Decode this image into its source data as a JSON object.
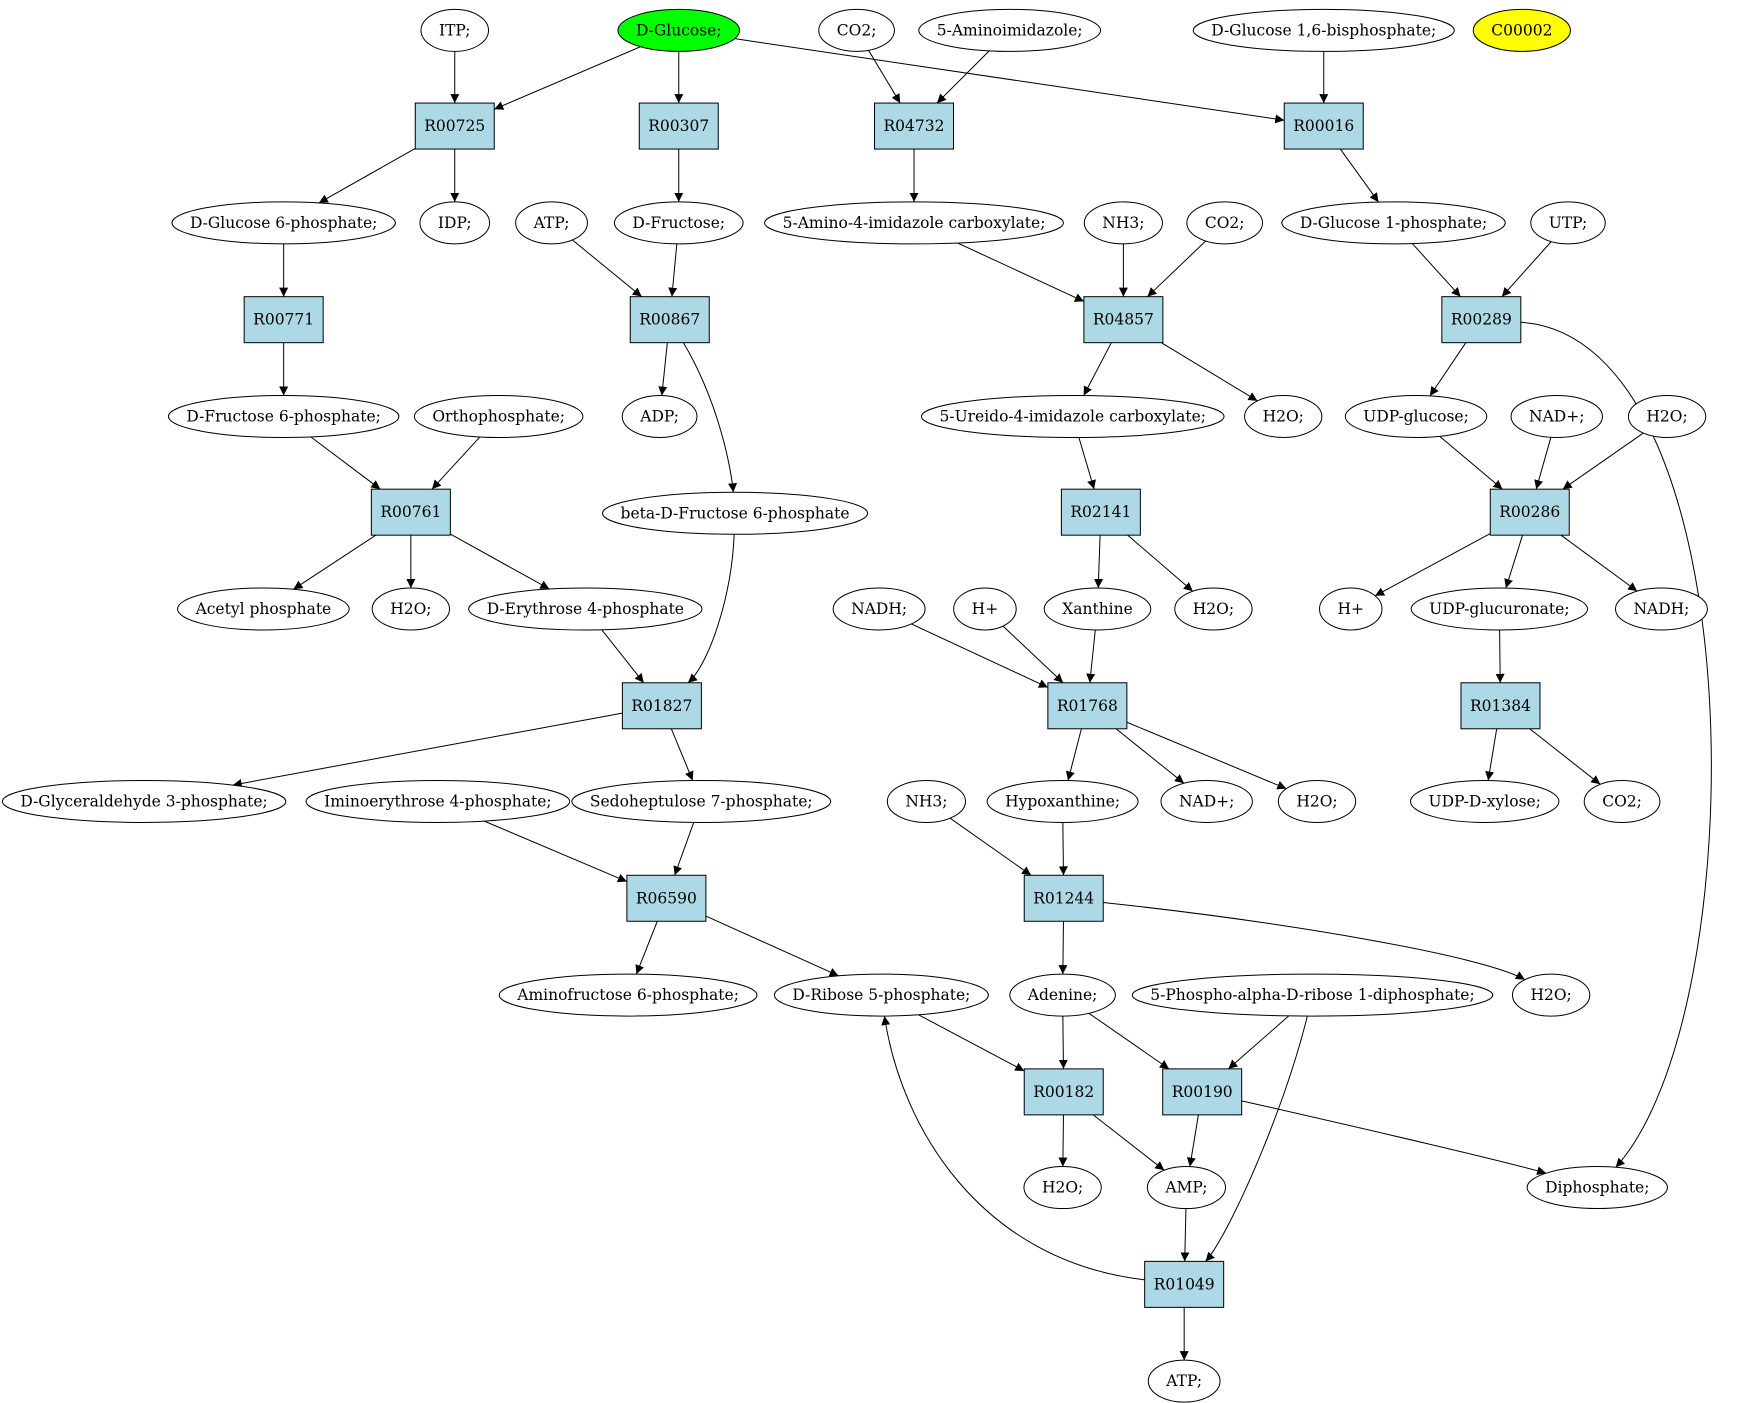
{
  "colors": {
    "reaction_fill": "#add8e6",
    "compound_fill": "#ffffff",
    "start_fill": "#00ff00",
    "highlight_fill": "#ffff00"
  },
  "compounds": [
    {
      "id": "itp",
      "label": "ITP;"
    },
    {
      "id": "dglucose",
      "label": "D-Glucose;",
      "fill": "#00ff00"
    },
    {
      "id": "co2_a",
      "label": "CO2;"
    },
    {
      "id": "aminoimidazole",
      "label": "5-Aminoimidazole;"
    },
    {
      "id": "dglc16bp",
      "label": "D-Glucose 1,6-bisphosphate;"
    },
    {
      "id": "c00002",
      "label": "C00002",
      "fill": "#ffff00"
    },
    {
      "id": "g6p",
      "label": "D-Glucose 6-phosphate;"
    },
    {
      "id": "idp",
      "label": "IDP;"
    },
    {
      "id": "atp_a",
      "label": "ATP;"
    },
    {
      "id": "dfructose",
      "label": "D-Fructose;"
    },
    {
      "id": "aica",
      "label": "5-Amino-4-imidazole carboxylate;"
    },
    {
      "id": "nh3_a",
      "label": "NH3;"
    },
    {
      "id": "co2_b",
      "label": "CO2;"
    },
    {
      "id": "g1p",
      "label": "D-Glucose 1-phosphate;"
    },
    {
      "id": "utp",
      "label": "UTP;"
    },
    {
      "id": "f6p",
      "label": "D-Fructose 6-phosphate;"
    },
    {
      "id": "orthophosphate",
      "label": "Orthophosphate;"
    },
    {
      "id": "adp",
      "label": "ADP;"
    },
    {
      "id": "ureido",
      "label": "5-Ureido-4-imidazole carboxylate;"
    },
    {
      "id": "h2o_a",
      "label": "H2O;"
    },
    {
      "id": "udpglucose",
      "label": "UDP-glucose;"
    },
    {
      "id": "nadplus_a",
      "label": "NAD+;"
    },
    {
      "id": "h2o_b",
      "label": "H2O;"
    },
    {
      "id": "bf6p",
      "label": "beta-D-Fructose 6-phosphate"
    },
    {
      "id": "acetylp",
      "label": "Acetyl phosphate"
    },
    {
      "id": "h2o_c",
      "label": "H2O;"
    },
    {
      "id": "e4p",
      "label": "D-Erythrose 4-phosphate"
    },
    {
      "id": "nadh_a",
      "label": "NADH;"
    },
    {
      "id": "hplus_a",
      "label": "H+"
    },
    {
      "id": "xanthine",
      "label": "Xanthine"
    },
    {
      "id": "h2o_d",
      "label": "H2O;"
    },
    {
      "id": "hplus_b",
      "label": "H+"
    },
    {
      "id": "udpglcur",
      "label": "UDP-glucuronate;"
    },
    {
      "id": "nadh_b",
      "label": "NADH;"
    },
    {
      "id": "g3p",
      "label": "D-Glyceraldehyde 3-phosphate;"
    },
    {
      "id": "iminoe4p",
      "label": "Iminoerythrose 4-phosphate;"
    },
    {
      "id": "s7p",
      "label": "Sedoheptulose 7-phosphate;"
    },
    {
      "id": "nh3_b",
      "label": "NH3;"
    },
    {
      "id": "hypoxanthine",
      "label": "Hypoxanthine;"
    },
    {
      "id": "nadplus_b",
      "label": "NAD+;"
    },
    {
      "id": "h2o_e",
      "label": "H2O;"
    },
    {
      "id": "udpxylose",
      "label": "UDP-D-xylose;"
    },
    {
      "id": "co2_c",
      "label": "CO2;"
    },
    {
      "id": "aminof6p",
      "label": "Aminofructose 6-phosphate;"
    },
    {
      "id": "r5p",
      "label": "D-Ribose 5-phosphate;"
    },
    {
      "id": "adenine",
      "label": "Adenine;"
    },
    {
      "id": "prpp",
      "label": "5-Phospho-alpha-D-ribose 1-diphosphate;"
    },
    {
      "id": "h2o_f",
      "label": "H2O;"
    },
    {
      "id": "h2o_g",
      "label": "H2O;"
    },
    {
      "id": "amp",
      "label": "AMP;"
    },
    {
      "id": "diphosphate",
      "label": "Diphosphate;"
    },
    {
      "id": "atp_b",
      "label": "ATP;"
    }
  ],
  "reactions": [
    {
      "id": "R00725",
      "label": "R00725"
    },
    {
      "id": "R00307",
      "label": "R00307"
    },
    {
      "id": "R04732",
      "label": "R04732"
    },
    {
      "id": "R00016",
      "label": "R00016"
    },
    {
      "id": "R00771",
      "label": "R00771"
    },
    {
      "id": "R00867",
      "label": "R00867"
    },
    {
      "id": "R04857",
      "label": "R04857"
    },
    {
      "id": "R00289",
      "label": "R00289"
    },
    {
      "id": "R00761",
      "label": "R00761"
    },
    {
      "id": "R02141",
      "label": "R02141"
    },
    {
      "id": "R00286",
      "label": "R00286"
    },
    {
      "id": "R01827",
      "label": "R01827"
    },
    {
      "id": "R01768",
      "label": "R01768"
    },
    {
      "id": "R01384",
      "label": "R01384"
    },
    {
      "id": "R06590",
      "label": "R06590"
    },
    {
      "id": "R01244",
      "label": "R01244"
    },
    {
      "id": "R00182",
      "label": "R00182"
    },
    {
      "id": "R00190",
      "label": "R00190"
    },
    {
      "id": "R01049",
      "label": "R01049"
    }
  ],
  "edges": [
    [
      "itp",
      "R00725"
    ],
    [
      "dglucose",
      "R00725"
    ],
    [
      "dglucose",
      "R00307"
    ],
    [
      "dglucose",
      "R00016"
    ],
    [
      "co2_a",
      "R04732"
    ],
    [
      "aminoimidazole",
      "R04732"
    ],
    [
      "dglc16bp",
      "R00016"
    ],
    [
      "R00725",
      "g6p"
    ],
    [
      "R00725",
      "idp"
    ],
    [
      "R00307",
      "dfructose"
    ],
    [
      "R04732",
      "aica"
    ],
    [
      "R00016",
      "g1p"
    ],
    [
      "g6p",
      "R00771"
    ],
    [
      "atp_a",
      "R00867"
    ],
    [
      "dfructose",
      "R00867"
    ],
    [
      "aica",
      "R04857"
    ],
    [
      "nh3_a",
      "R04857"
    ],
    [
      "co2_b",
      "R04857"
    ],
    [
      "g1p",
      "R00289"
    ],
    [
      "utp",
      "R00289"
    ],
    [
      "R00771",
      "f6p"
    ],
    [
      "R00867",
      "adp"
    ],
    [
      "R00867",
      "bf6p"
    ],
    [
      "R04857",
      "ureido"
    ],
    [
      "R04857",
      "h2o_a"
    ],
    [
      "R00289",
      "udpglucose"
    ],
    [
      "R00289",
      "diphosphate"
    ],
    [
      "f6p",
      "R00761"
    ],
    [
      "orthophosphate",
      "R00761"
    ],
    [
      "ureido",
      "R02141"
    ],
    [
      "udpglucose",
      "R00286"
    ],
    [
      "nadplus_a",
      "R00286"
    ],
    [
      "h2o_b",
      "R00286"
    ],
    [
      "R00761",
      "acetylp"
    ],
    [
      "R00761",
      "h2o_c"
    ],
    [
      "R00761",
      "e4p"
    ],
    [
      "R02141",
      "xanthine"
    ],
    [
      "R02141",
      "h2o_d"
    ],
    [
      "R00286",
      "hplus_b"
    ],
    [
      "R00286",
      "udpglcur"
    ],
    [
      "R00286",
      "nadh_b"
    ],
    [
      "e4p",
      "R01827"
    ],
    [
      "bf6p",
      "R01827"
    ],
    [
      "nadh_a",
      "R01768"
    ],
    [
      "hplus_a",
      "R01768"
    ],
    [
      "xanthine",
      "R01768"
    ],
    [
      "udpglcur",
      "R01384"
    ],
    [
      "R01827",
      "g3p"
    ],
    [
      "R01827",
      "s7p"
    ],
    [
      "R01768",
      "hypoxanthine"
    ],
    [
      "R01768",
      "nadplus_b"
    ],
    [
      "R01768",
      "h2o_e"
    ],
    [
      "R01384",
      "udpxylose"
    ],
    [
      "R01384",
      "co2_c"
    ],
    [
      "iminoe4p",
      "R06590"
    ],
    [
      "s7p",
      "R06590"
    ],
    [
      "nh3_b",
      "R01244"
    ],
    [
      "hypoxanthine",
      "R01244"
    ],
    [
      "R06590",
      "aminof6p"
    ],
    [
      "R06590",
      "r5p"
    ],
    [
      "R01244",
      "adenine"
    ],
    [
      "R01244",
      "h2o_f"
    ],
    [
      "r5p",
      "R00182"
    ],
    [
      "adenine",
      "R00182"
    ],
    [
      "adenine",
      "R00190"
    ],
    [
      "prpp",
      "R00190"
    ],
    [
      "prpp",
      "R01049"
    ],
    [
      "R00182",
      "h2o_g"
    ],
    [
      "R00182",
      "amp"
    ],
    [
      "R00190",
      "amp"
    ],
    [
      "R00190",
      "diphosphate"
    ],
    [
      "amp",
      "R01049"
    ],
    [
      "R01049",
      "atp_b"
    ],
    [
      "R01049",
      "r5p"
    ]
  ]
}
